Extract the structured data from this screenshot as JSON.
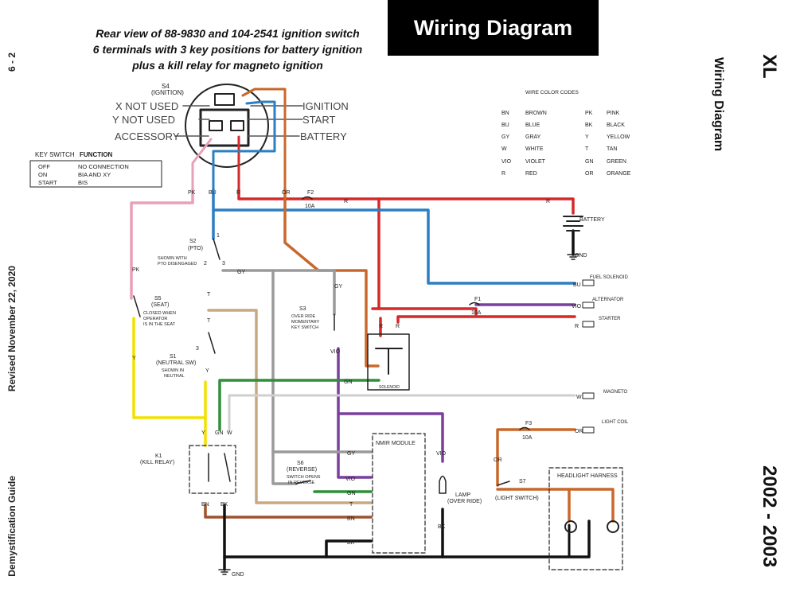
{
  "title": "Wiring Diagram",
  "subtitle": [
    "Rear view of 88-9830 and 104-2541 ignition switch",
    "6 terminals with 3 key positions for battery ignition",
    "plus a kill relay for magneto ignition"
  ],
  "side_right": {
    "model": "XL",
    "section": "Wiring Diagram",
    "years": "2002 - 2003"
  },
  "side_left": {
    "page": "6 - 2",
    "revised": "Revised November 22, 2020",
    "guide": "Demystification Guide"
  },
  "switch": {
    "id": "S4",
    "name": "(IGNITION)",
    "x_not_used": "X NOT USED",
    "y_not_used": "Y NOT USED",
    "accessory": "ACCESSORY",
    "ignition": "IGNITION",
    "start": "START",
    "battery": "BATTERY"
  },
  "key_switch": {
    "header": "KEY SWITCH",
    "header_bold": "FUNCTION",
    "rows": [
      [
        "OFF",
        "NO CONNECTION"
      ],
      [
        "ON",
        "BIA   AND   XY"
      ],
      [
        "START",
        "BIS"
      ]
    ]
  },
  "wire_codes": {
    "title": "WIRE COLOR CODES",
    "left": [
      [
        "BN",
        "BROWN"
      ],
      [
        "BU",
        "BLUE"
      ],
      [
        "GY",
        "GRAY"
      ],
      [
        "W",
        "WHITE"
      ],
      [
        "VIO",
        "VIOLET"
      ],
      [
        "R",
        "RED"
      ]
    ],
    "right": [
      [
        "PK",
        "PINK"
      ],
      [
        "BK",
        "BLACK"
      ],
      [
        "Y",
        "YELLOW"
      ],
      [
        "T",
        "TAN"
      ],
      [
        "GN",
        "GREEN"
      ],
      [
        "OR",
        "ORANGE"
      ]
    ]
  },
  "labels": {
    "pk": "PK",
    "bu": "BU",
    "r": "R",
    "or": "OR",
    "y": "Y",
    "gy": "GY",
    "t": "T",
    "w": "W",
    "gn": "GN",
    "bn": "BN",
    "bk": "BK",
    "vio": "VIO",
    "f2": "F2",
    "f2_amp": "10A",
    "f1": "F1",
    "f1_amp": "10A",
    "f3": "F3",
    "f3_amp": "10A",
    "battery": "BATTERY",
    "gnd": "GND",
    "fuel_solenoid": "FUEL SOLENOID",
    "alternator": "ALTERNATOR",
    "starter": "STARTER",
    "magneto": "MAGNETO",
    "light_coil": "LIGHT COIL",
    "s2_id": "S2",
    "s2_name": "(PTO)",
    "s2_note1": "SHOWN WITH",
    "s2_note2": "PTO DISENGAGED",
    "s5_id": "S5",
    "s5_name": "(SEAT)",
    "s5_note1": "CLOSED WHEN",
    "s5_note2": "OPERATOR",
    "s5_note3": "IS IN THE SEAT",
    "s1_id": "S1",
    "s1_name": "(NEUTRAL SW)",
    "s1_note1": "SHOWN IN",
    "s1_note2": "NEUTRAL",
    "s3_id": "S3",
    "s3_note1": "OVER RIDE",
    "s3_note2": "MOMENTARY",
    "s3_note3": "KEY SWITCH",
    "s6_id": "S6",
    "s6_name": "(REVERSE)",
    "s6_note1": "SWITCH OPENS",
    "s6_note2": "IN REVERSE",
    "s7_id": "S7",
    "s7_name": "(LIGHT SWITCH)",
    "k1_id": "K1",
    "k1_name": "(KILL RELAY)",
    "solenoid": "SOLENOID",
    "nmir": "NMIR MODULE",
    "lamp1": "LAMP",
    "lamp2": "(OVER RIDE)",
    "headlight": "HEADLIGHT HARNESS",
    "n1": "1",
    "n2": "2",
    "n3": "3"
  },
  "colors": {
    "red": "#d42a2a",
    "blue": "#2b7fc2",
    "orange": "#c9682c",
    "brown": "#a0522d",
    "violet": "#7b3f9e",
    "green": "#2f8f3a",
    "yellow": "#f2e000",
    "pink": "#e8a0b8",
    "gray": "#9a9a9a",
    "tan": "#c8a882",
    "black": "#111111"
  }
}
